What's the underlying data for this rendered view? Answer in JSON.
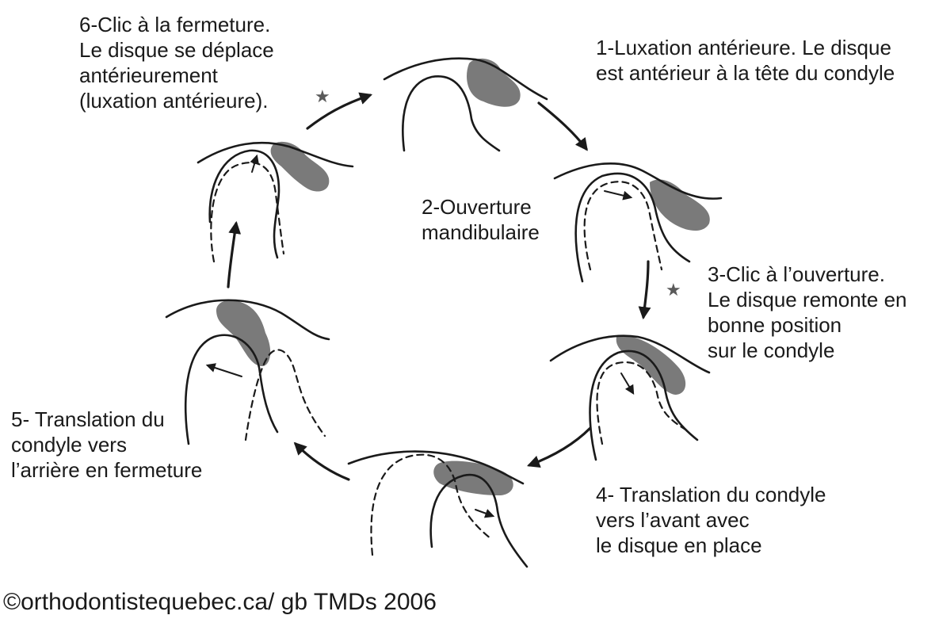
{
  "stages": [
    {
      "id": 1,
      "lines": [
        "1-Luxation antérieure. Le disque",
        "est antérieur à la tête du condyle"
      ]
    },
    {
      "id": 2,
      "lines": [
        "2-Ouverture",
        "mandibulaire"
      ]
    },
    {
      "id": 3,
      "lines": [
        "3-Clic à l’ouverture.",
        "Le disque remonte en",
        "bonne position",
        "sur le condyle"
      ]
    },
    {
      "id": 4,
      "lines": [
        "4- Translation du condyle",
        "vers l’avant  avec",
        "le disque en place"
      ]
    },
    {
      "id": 5,
      "lines": [
        "5- Translation du",
        "condyle vers",
        "l’arrière en fermeture"
      ]
    },
    {
      "id": 6,
      "lines": [
        "6-Clic à la fermeture.",
        "Le disque se déplace",
        "antérieurement",
        "(luxation antérieure)."
      ]
    }
  ],
  "markers": {
    "click_star": "★"
  },
  "credit": "©orthodontistequebec.ca/ gb TMDs 2006",
  "colors": {
    "ink": "#1a1a1a",
    "disc": "#7a7a7a",
    "star": "#5a5a5a"
  }
}
